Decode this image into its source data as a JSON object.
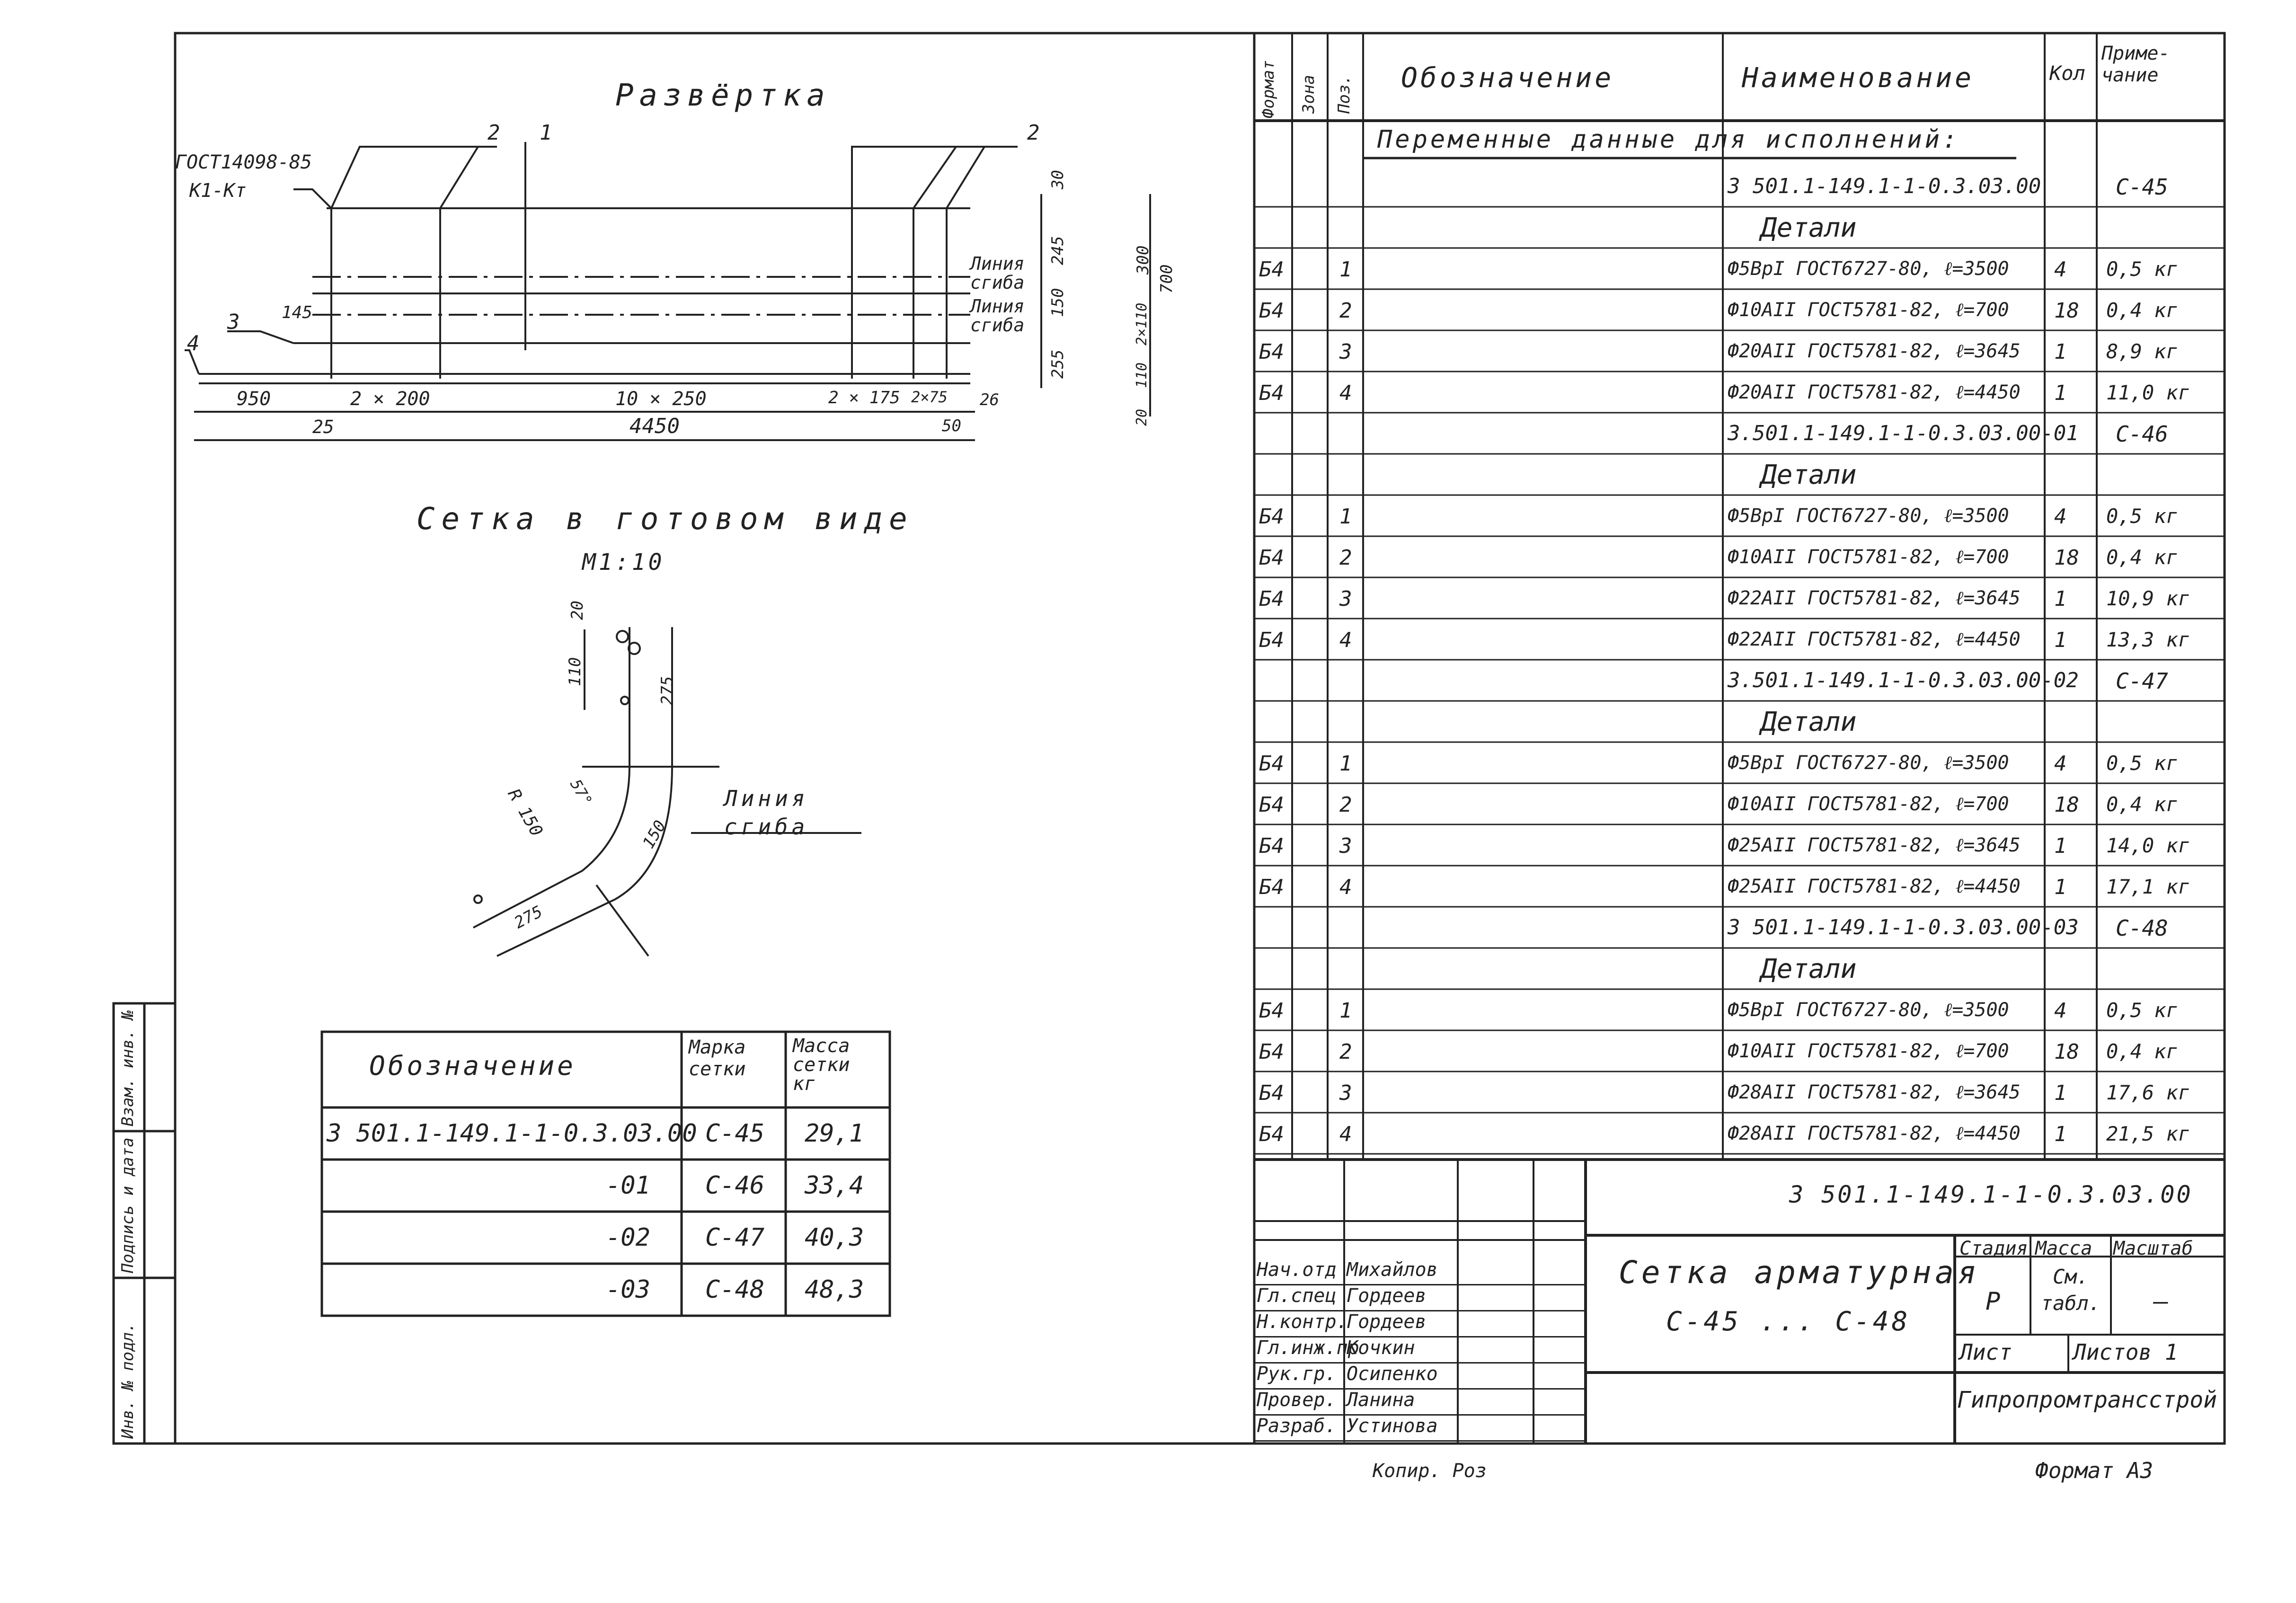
{
  "drawing": {
    "title_razvertka": "Развёртка",
    "gost_note": "ГОСТ14098-85",
    "joint_type": "К1-Кт",
    "callouts": [
      "2",
      "1",
      "2",
      "3",
      "4"
    ],
    "fold_line_1a": "Линия",
    "fold_line_1b": "сгиба",
    "fold_line_2a": "Линия",
    "fold_line_2b": "сгиба",
    "dim_145": "145",
    "dim_950": "950",
    "dim_2x200": "2 × 200",
    "dim_10x250": "10 × 250",
    "dim_2x175": "2 × 175",
    "dim_2x75": "2×75",
    "dim_26": "26",
    "dim_25": "25",
    "dim_4450": "4450",
    "dim_50": "50",
    "vdim_30": "30",
    "vdim_245": "245",
    "vdim_150": "150",
    "vdim_255": "255",
    "vdim_300": "300",
    "vdim_2x110": "2×110",
    "vdim_110": "110",
    "vdim_20": "20",
    "vdim_700": "700"
  },
  "finished": {
    "title": "Сетка в готовом виде",
    "scale": "М1:10",
    "dim_20": "20",
    "dim_110": "110",
    "dim_275a": "275",
    "dim_R150": "R 150",
    "dim_57": "57°",
    "dim_150": "150",
    "dim_275b": "275",
    "fold_a": "Линия",
    "fold_b": "сгиба"
  },
  "mass_table": {
    "headers": [
      "Обозначение",
      "Марка сетки",
      "Масса сетки кг"
    ],
    "rows": [
      [
        "3 501.1-149.1-1-0.3.03.00",
        "С-45",
        "29,1"
      ],
      [
        "-01",
        "С-46",
        "33,4"
      ],
      [
        "-02",
        "С-47",
        "40,3"
      ],
      [
        "-03",
        "С-48",
        "48,3"
      ]
    ]
  },
  "side_stamp": [
    "Инв. № подл.",
    "Подпись и дата",
    "Взам. инв. №"
  ],
  "spec": {
    "headers": {
      "format": "Формат",
      "zone": "Зона",
      "pos": "Поз.",
      "designation": "Обозначение",
      "name": "Наименование",
      "qty": "Кол",
      "note": "Приме-чание"
    },
    "variable_header": "Переменные данные для исполнений:",
    "rows": [
      {
        "kind": "doc",
        "name": "3 501.1-149.1-1-0.3.03.00",
        "note": "С-45"
      },
      {
        "kind": "section",
        "name": "Детали"
      },
      {
        "kind": "item",
        "fmt": "Б4",
        "pos": "1",
        "name": "Ф5ВрI ГОСТ6727-80, ℓ=3500",
        "qty": "4",
        "note": "0,5 кг"
      },
      {
        "kind": "item",
        "fmt": "Б4",
        "pos": "2",
        "name": "Ф10АII ГОСТ5781-82, ℓ=700",
        "qty": "18",
        "note": "0,4 кг"
      },
      {
        "kind": "item",
        "fmt": "Б4",
        "pos": "3",
        "name": "Ф20АII ГОСТ5781-82, ℓ=3645",
        "qty": "1",
        "note": "8,9 кг"
      },
      {
        "kind": "item",
        "fmt": "Б4",
        "pos": "4",
        "name": "Ф20АII ГОСТ5781-82, ℓ=4450",
        "qty": "1",
        "note": "11,0 кг"
      },
      {
        "kind": "doc",
        "name": "3.501.1-149.1-1-0.3.03.00-01",
        "note": "С-46"
      },
      {
        "kind": "section",
        "name": "Детали"
      },
      {
        "kind": "item",
        "fmt": "Б4",
        "pos": "1",
        "name": "Ф5ВрI ГОСТ6727-80, ℓ=3500",
        "qty": "4",
        "note": "0,5 кг"
      },
      {
        "kind": "item",
        "fmt": "Б4",
        "pos": "2",
        "name": "Ф10АII ГОСТ5781-82, ℓ=700",
        "qty": "18",
        "note": "0,4 кг"
      },
      {
        "kind": "item",
        "fmt": "Б4",
        "pos": "3",
        "name": "Ф22АII ГОСТ5781-82, ℓ=3645",
        "qty": "1",
        "note": "10,9 кг"
      },
      {
        "kind": "item",
        "fmt": "Б4",
        "pos": "4",
        "name": "Ф22АII ГОСТ5781-82, ℓ=4450",
        "qty": "1",
        "note": "13,3 кг"
      },
      {
        "kind": "doc",
        "name": "3.501.1-149.1-1-0.3.03.00-02",
        "note": "С-47"
      },
      {
        "kind": "section",
        "name": "Детали"
      },
      {
        "kind": "item",
        "fmt": "Б4",
        "pos": "1",
        "name": "Ф5ВрI ГОСТ6727-80, ℓ=3500",
        "qty": "4",
        "note": "0,5 кг"
      },
      {
        "kind": "item",
        "fmt": "Б4",
        "pos": "2",
        "name": "Ф10АII ГОСТ5781-82, ℓ=700",
        "qty": "18",
        "note": "0,4 кг"
      },
      {
        "kind": "item",
        "fmt": "Б4",
        "pos": "3",
        "name": "Ф25АII ГОСТ5781-82, ℓ=3645",
        "qty": "1",
        "note": "14,0 кг"
      },
      {
        "kind": "item",
        "fmt": "Б4",
        "pos": "4",
        "name": "Ф25АII ГОСТ5781-82, ℓ=4450",
        "qty": "1",
        "note": "17,1 кг"
      },
      {
        "kind": "doc",
        "name": "3 501.1-149.1-1-0.3.03.00-03",
        "note": "С-48"
      },
      {
        "kind": "section",
        "name": "Детали"
      },
      {
        "kind": "item",
        "fmt": "Б4",
        "pos": "1",
        "name": "Ф5ВрI ГОСТ6727-80, ℓ=3500",
        "qty": "4",
        "note": "0,5 кг"
      },
      {
        "kind": "item",
        "fmt": "Б4",
        "pos": "2",
        "name": "Ф10АII ГОСТ5781-82, ℓ=700",
        "qty": "18",
        "note": "0,4 кг"
      },
      {
        "kind": "item",
        "fmt": "Б4",
        "pos": "3",
        "name": "Ф28АII ГОСТ5781-82, ℓ=3645",
        "qty": "1",
        "note": "17,6 кг"
      },
      {
        "kind": "item",
        "fmt": "Б4",
        "pos": "4",
        "name": "Ф28АII ГОСТ5781-82, ℓ=4450",
        "qty": "1",
        "note": "21,5 кг"
      }
    ]
  },
  "title_block": {
    "code": "3 501.1-149.1-1-0.3.03.00",
    "doc_title_1": "Сетка арматурная",
    "doc_title_2": "С-45 ... С-48",
    "stage_label": "Стадия",
    "mass_label": "Масса",
    "scale_label": "Масштаб",
    "stage_value": "Р",
    "mass_value": "См. табл.",
    "scale_value": "—",
    "sheet_label": "Лист",
    "sheets_label": "Листов 1",
    "org": "Гипропромтрансстрой",
    "staff": [
      [
        "Нач.отд",
        "Михайлов"
      ],
      [
        "Гл.спец",
        "Гордеев"
      ],
      [
        "Н.контр.",
        "Гордеев"
      ],
      [
        "Гл.инж.пр",
        "Кочкин"
      ],
      [
        "Рук.гр.",
        "Осипенко"
      ],
      [
        "Провер.",
        "Ланина"
      ],
      [
        "Разраб.",
        "Устинова"
      ]
    ]
  },
  "footer": {
    "copied": "Копир. Роз",
    "format": "Формат А3"
  }
}
